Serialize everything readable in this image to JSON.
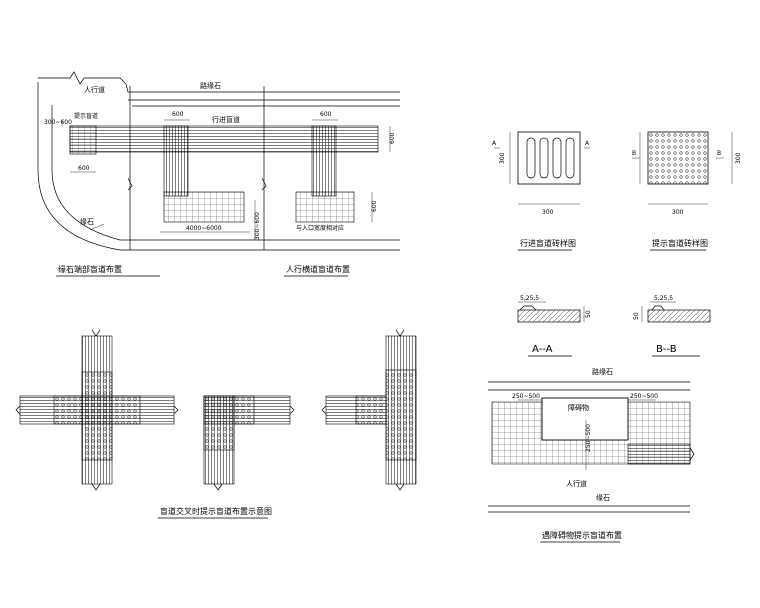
{
  "curb_end": {
    "sidewalk": "人行道",
    "curb": "缘石",
    "warning_tactile": "提示盲道",
    "dim_width": "300~600",
    "dim_600": "600",
    "title": "缘石端部盲道布置"
  },
  "crosswalk": {
    "curb_top": "路缘石",
    "guide_path": "行进盲道",
    "dim_600_a": "600",
    "dim_600_b": "600",
    "dim_600_right": "600",
    "dim_600_right2": "600",
    "dim_span": "4000~6000",
    "dim_depth": "300~600",
    "entrance_note": "与入口宽度相对应",
    "title": "人行横道盲道布置"
  },
  "guide_brick": {
    "section_mark": "A",
    "dim_300_w": "300",
    "dim_300_h": "300",
    "title": "行进盲道砖样图"
  },
  "warning_brick": {
    "section_mark": "B",
    "dim_300_w": "300",
    "dim_300_h": "300",
    "title": "提示盲道砖样图"
  },
  "section_a": {
    "top_dims": "5,25,5",
    "side_dim": "50",
    "label": "A--A"
  },
  "section_b": {
    "top_dims": "5,25,5",
    "side_dim": "50",
    "label": "B--B"
  },
  "crossing": {
    "title": "盲道交叉时提示盲道布置示意图"
  },
  "obstacle": {
    "curb_top": "路缘石",
    "obstacle": "障碍物",
    "dim_left": "250~500",
    "dim_right": "250~500",
    "dim_vertical": "250~500",
    "sidewalk": "人行道",
    "curb": "缘石",
    "title": "遇障碍物提示盲道布置"
  }
}
